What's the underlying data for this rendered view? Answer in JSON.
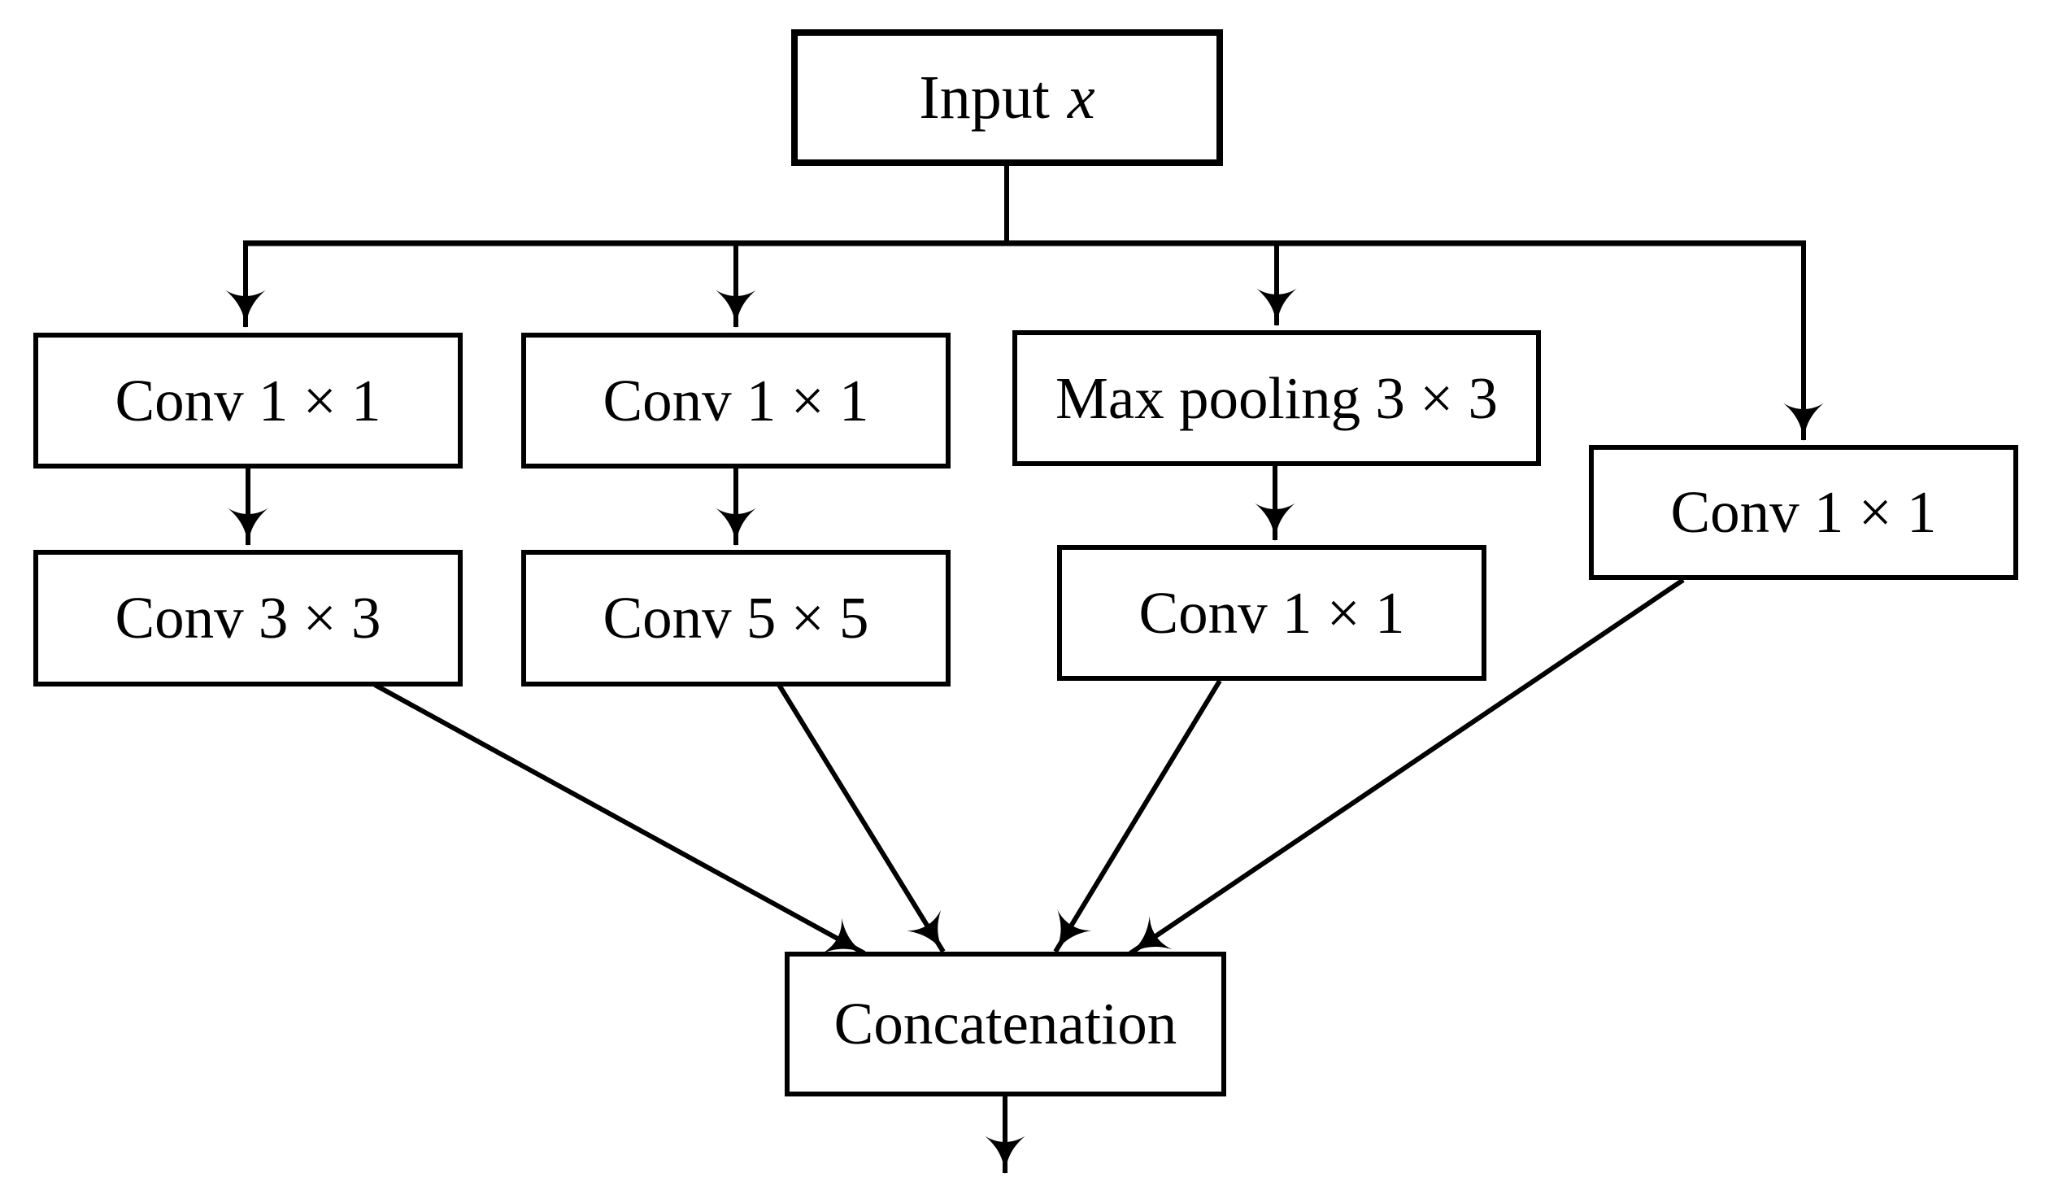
{
  "colors": {
    "background": "#ffffff",
    "line": "#000000",
    "text": "#000000"
  },
  "diagram": {
    "input": {
      "prefix": "Input",
      "variable": "x"
    },
    "branches": {
      "b1": {
        "top": "Conv 1 × 1",
        "bottom": "Conv 3 × 3"
      },
      "b2": {
        "top": "Conv 1 × 1",
        "bottom": "Conv 5 × 5"
      },
      "b3": {
        "top": "Max pooling 3 × 3",
        "bottom": "Conv 1 × 1"
      },
      "b4": {
        "top": "Conv 1 × 1"
      }
    },
    "merge": {
      "label": "Concatenation"
    }
  }
}
